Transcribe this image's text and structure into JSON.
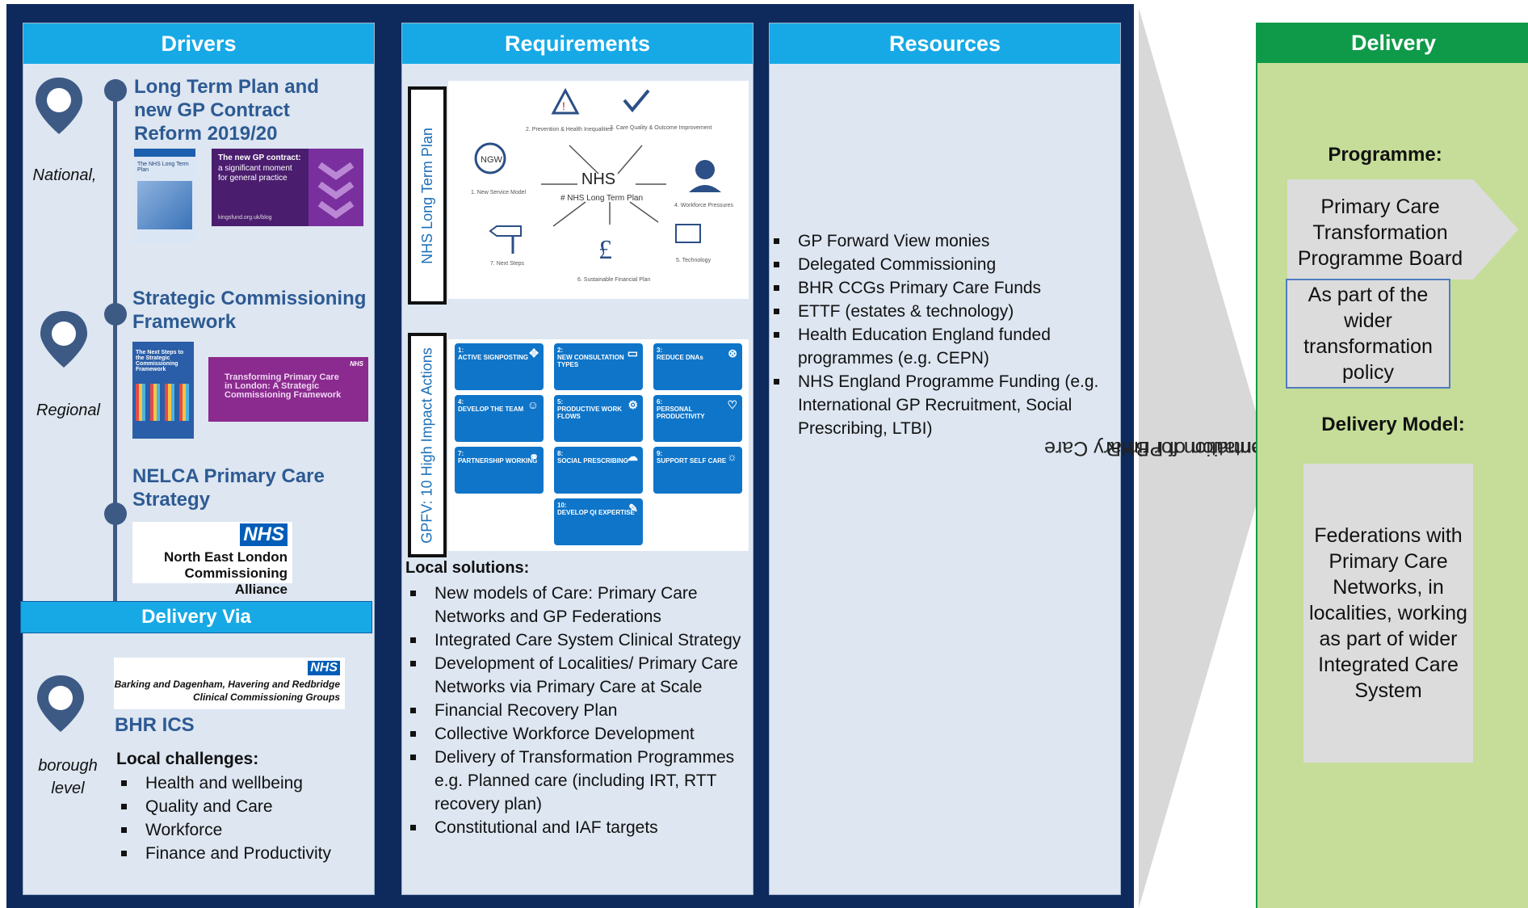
{
  "drivers": {
    "header": "Drivers",
    "items": [
      {
        "title": "Long Term Plan and new GP Contract Reform 2019/20",
        "scope": "National,"
      },
      {
        "title": "Strategic Commissioning Framework",
        "scope": "Regional"
      },
      {
        "title": "NELCA Primary Care Strategy"
      }
    ],
    "thumbs": {
      "ltp_caption": "The NHS Long Term Plan",
      "gp_contract_title": "The new GP contract:",
      "gp_contract_sub": "a significant moment for general practice",
      "gp_contract_url": "kingsfund.org.uk/blog",
      "next_steps": "The Next Steps to the Strategic Commissioning Framework",
      "transforming": "Transforming Primary Care in London: A Strategic Commissioning Framework",
      "nhs_logo": "NHS",
      "nelca_line1": "North East London",
      "nelca_line2": "Commissioning Alliance"
    },
    "delivery_via": "Delivery Via",
    "bhr_logo_line1": "Barking and Dagenham, Havering and Redbridge",
    "bhr_logo_line2": "Clinical Commissioning Groups",
    "bhr_ics": "BHR ICS",
    "borough_scope": "borough level",
    "local_challenges_title": "Local challenges:",
    "local_challenges": [
      "Health and wellbeing",
      "Quality and Care",
      "Workforce",
      "Finance and Productivity"
    ]
  },
  "requirements": {
    "header": "Requirements",
    "ltp_label": "NHS Long Term Plan",
    "ltp_sketch": {
      "center": "NHS",
      "subtitle": "# NHS Long Term Plan",
      "nodes": [
        "1. New Service Model",
        "2. Prevention & Health Inequalities",
        "3. Care Quality & Outcome Improvement",
        "4. Workforce Pressures",
        "5. Technology",
        "6. Sustainable Financial Plan",
        "7. Next Steps"
      ],
      "ngw": "NGW"
    },
    "gpfv_label": "GPFV: 10 High Impact Actions",
    "hia": [
      {
        "num": "1:",
        "label": "ACTIVE SIGNPOSTING"
      },
      {
        "num": "2:",
        "label": "NEW CONSULTATION TYPES"
      },
      {
        "num": "3:",
        "label": "REDUCE DNAs"
      },
      {
        "num": "4:",
        "label": "DEVELOP THE TEAM"
      },
      {
        "num": "5:",
        "label": "PRODUCTIVE WORK FLOWS"
      },
      {
        "num": "6:",
        "label": "PERSONAL PRODUCTIVITY"
      },
      {
        "num": "7:",
        "label": "PARTNERSHIP WORKING"
      },
      {
        "num": "8:",
        "label": "SOCIAL PRESCRIBING"
      },
      {
        "num": "9:",
        "label": "SUPPORT SELF CARE"
      },
      {
        "num": "10:",
        "label": "DEVELOP QI EXPERTISE"
      }
    ],
    "local_solutions_title": "Local solutions:",
    "local_solutions": [
      "New models of Care: Primary Care Networks and GP Federations",
      "Integrated Care System Clinical Strategy",
      "Development of Localities/ Primary Care Networks via Primary Care at Scale",
      "Financial Recovery Plan",
      "Collective Workforce Development",
      "Delivery of Transformation Programmes e.g. Planned care (including IRT, RTT recovery plan)",
      "Constitutional and IAF targets"
    ]
  },
  "resources": {
    "header": "Resources",
    "items": [
      "GP Forward View monies",
      "Delegated Commissioning",
      "BHR CCGs Primary Care Funds",
      "ETTF (estates & technology)",
      "Health Education England funded programmes (e.g. CEPN)",
      "NHS England Programme Funding (e.g. International GP Recruitment, Social Prescribing, LTBI)"
    ]
  },
  "arrow": {
    "line1": "Implementation of Primary Care",
    "line2": "Transformation for BHR"
  },
  "delivery": {
    "header": "Delivery",
    "programme_label": "Programme:",
    "programme_box": "Primary Care Transformation Programme Board",
    "policy_box": "As part of the wider transformation policy",
    "model_label": "Delivery Model:",
    "model_box": "Federations with Primary Care Networks, in localities, working as part of wider Integrated Care System"
  },
  "colors": {
    "navy": "#0e2a5c",
    "header_blue": "#17a9e6",
    "delivery_green": "#0f9a49",
    "delivery_bg": "#c5dd99",
    "driver_title": "#2d5a93"
  }
}
